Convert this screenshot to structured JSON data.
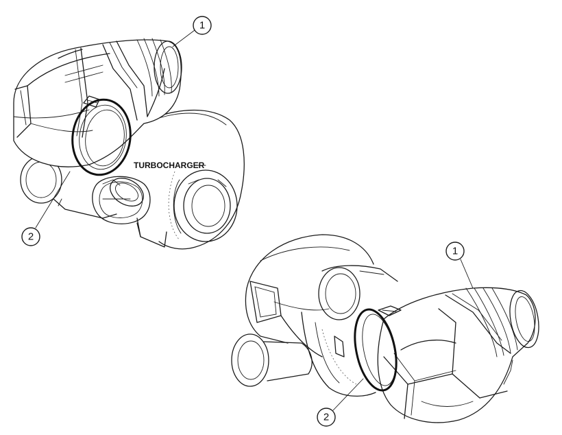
{
  "label": "TURBOCHARGER",
  "callouts": {
    "top_1": "1",
    "top_2": "2",
    "bottom_1": "1",
    "bottom_2": "2"
  },
  "colors": {
    "line": "#1a1a1a",
    "background": "#ffffff"
  }
}
